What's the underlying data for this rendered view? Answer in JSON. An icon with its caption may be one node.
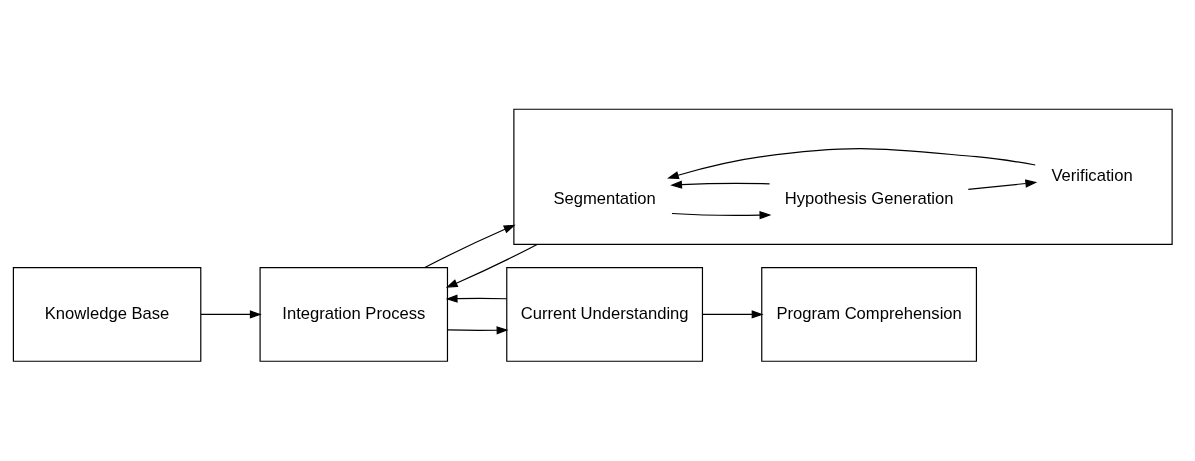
{
  "diagram": {
    "nodes": [
      {
        "text": [
          "Knowledge Base"
        ]
      },
      {
        "text": [
          "Integration Process"
        ]
      },
      {
        "text": [
          "Current Understanding"
        ]
      },
      {
        "text": [
          "Program Comprehension"
        ]
      },
      {
        "text": [],
        "shape": "box"
      },
      {
        "text": [
          "Segmentation"
        ],
        "in": 4
      },
      {
        "text": [
          "Hypothesis Generation"
        ],
        "in": 4
      },
      {
        "text": [
          "Verification"
        ],
        "in": 4
      }
    ],
    "edges": [
      {
        "from": 0,
        "to": 1,
        "arrow": "to"
      },
      {
        "from": 1,
        "to": 2,
        "arrow": "to"
      },
      {
        "from": 2,
        "to": 1,
        "arrow": "to"
      },
      {
        "from": 2,
        "to": 3,
        "arrow": "to"
      },
      {
        "from": 1,
        "to": 4,
        "arrow": "to"
      },
      {
        "from": 4,
        "to": 1,
        "arrow": "to"
      },
      {
        "from": 5,
        "to": 6,
        "arrow": "to"
      },
      {
        "from": 6,
        "to": 5,
        "arrow": "to"
      },
      {
        "from": 6,
        "to": 7,
        "arrow": "to"
      },
      {
        "from": 7,
        "to": 5,
        "arrow": "to"
      }
    ]
  }
}
